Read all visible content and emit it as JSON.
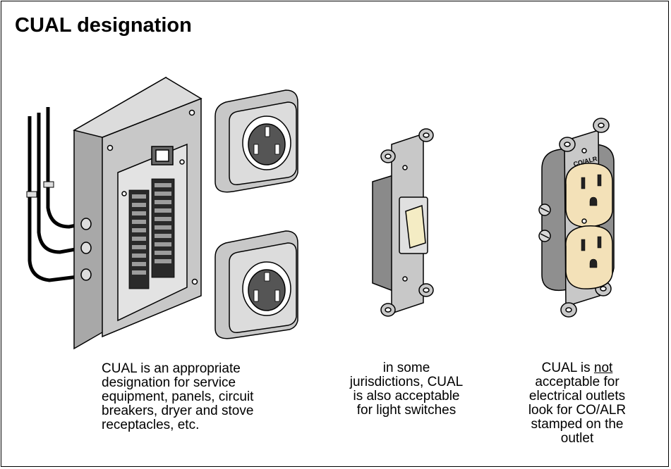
{
  "title": "CUAL designation",
  "captions": {
    "panel": "CUAL is an appropriate\ndesignation for service\nequipment, panels, circuit\nbreakers, dryer and stove\nreceptacles, etc.",
    "switch": "in some\njurisdictions, CUAL\nis also acceptable\nfor light switches",
    "outlet_before": "CUAL is ",
    "outlet_not": "not",
    "outlet_after": "\nacceptable for\nelectrical outlets\nlook for CO/ALR\nstamped on the\noutlet"
  },
  "outlet_stamp": "CO/ALR",
  "colors": {
    "metal": "#c8c8c8",
    "metal_dark": "#9a9a9a",
    "cream": "#f3e1b8",
    "switch_toggle": "#f4ecc4",
    "outline": "#000000"
  },
  "icons": [
    "service-panel-icon",
    "dryer-receptacle-icon",
    "stove-receptacle-icon",
    "light-switch-icon",
    "duplex-outlet-icon"
  ]
}
